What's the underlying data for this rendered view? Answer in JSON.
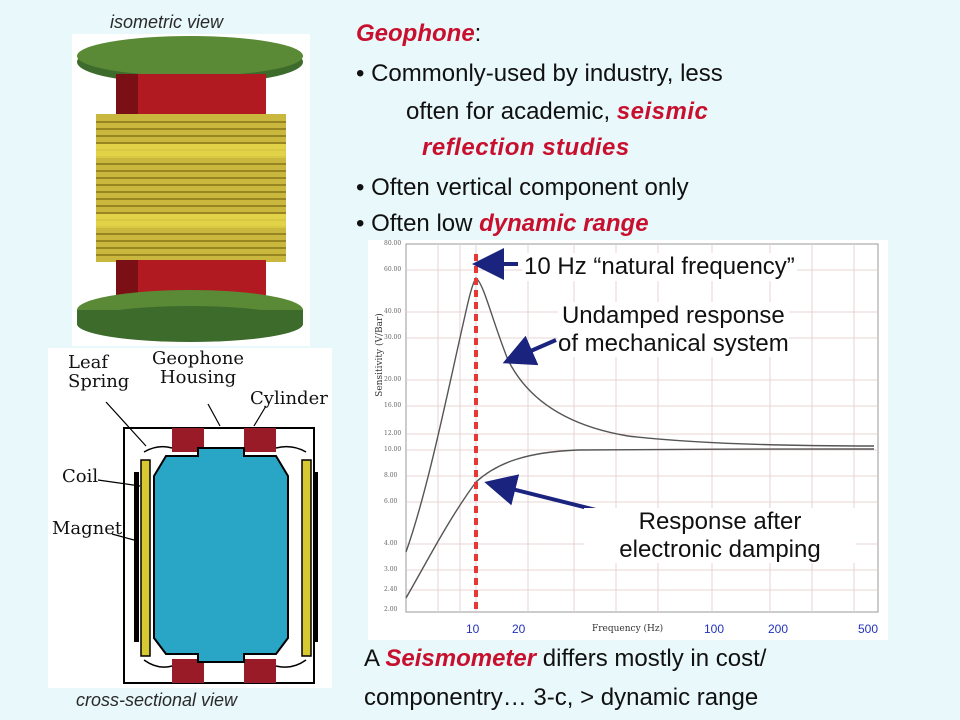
{
  "captions": {
    "isometric": "isometric view",
    "cross_section": "cross-sectional view"
  },
  "heading": {
    "title": "Geophone",
    "colon": ":"
  },
  "bullets": [
    {
      "marker": "•",
      "text": "Commonly-used by industry, less"
    },
    {
      "text": "often for academic,",
      "emph": "seismic"
    },
    {
      "emph": "reflection studies"
    },
    {
      "marker": "•",
      "text": "Often vertical component only"
    },
    {
      "marker": "•",
      "text": "Often low",
      "emph": "dynamic range"
    }
  ],
  "diagram_labels": {
    "leaf": "Leaf",
    "spring": "Spring",
    "geophone": "Geophone",
    "housing": "Housing",
    "cylinder": "Cylinder",
    "coil": "Coil",
    "magnet": "Magnet"
  },
  "annotations": {
    "natural_freq": "10 Hz “natural frequency”",
    "undamped_1": "Undamped response",
    "undamped_2": "of mechanical system",
    "damped_1": "Response after",
    "damped_2": "electronic damping"
  },
  "chart": {
    "ylabel": "Sensitivity (V/Bar)",
    "xlabel": "Frequency (Hz)",
    "x_ticks": [
      "10",
      "20",
      "100",
      "200",
      "500"
    ],
    "y_ticks": [
      "80.00",
      "60.00",
      "40.00",
      "30.00",
      "20.00",
      "16.00",
      "12.00",
      "10.00",
      "8.00",
      "6.00",
      "4.00",
      "3.00",
      "2.40",
      "2.00"
    ]
  },
  "footer": {
    "line1_pre": "A",
    "line1_emph": "Seismometer",
    "line1_post": "differs mostly in cost/",
    "line2": "componentry… 3-c, > dynamic range"
  },
  "colors": {
    "background": "#e8f8fb",
    "accent_red": "#c8102e",
    "arrow_navy": "#1a237e",
    "dashed_red": "#e53935"
  }
}
